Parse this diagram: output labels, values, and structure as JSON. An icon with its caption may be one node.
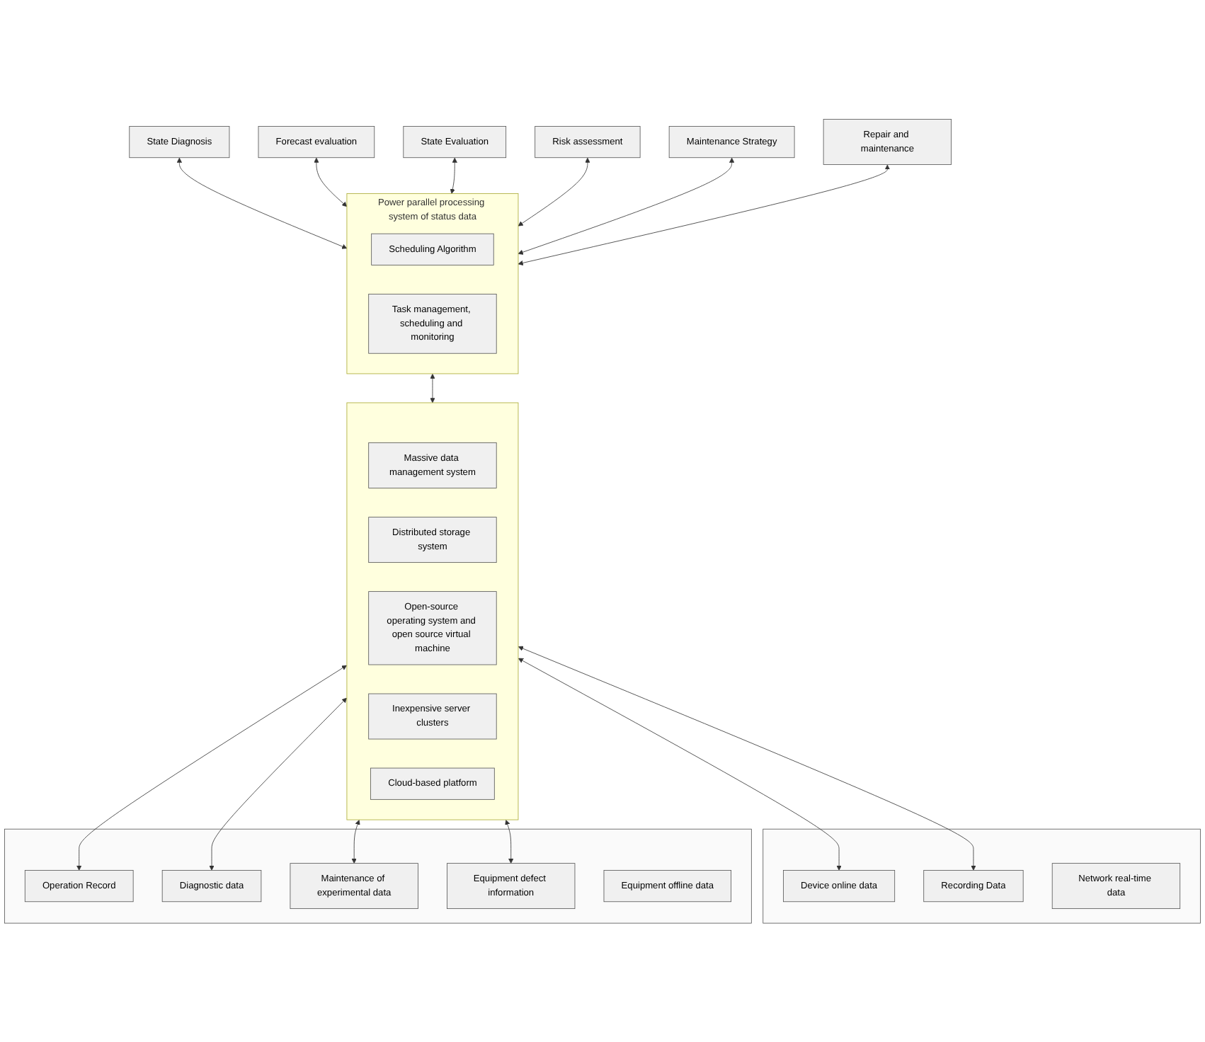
{
  "diagram": {
    "nodes": [
      {
        "text": [
          "State Diagnosis"
        ]
      },
      {
        "text": [
          "Forecast evaluation"
        ]
      },
      {
        "text": [
          "State Evaluation"
        ]
      },
      {
        "text": [
          "Risk assessment"
        ]
      },
      {
        "text": [
          "Maintenance Strategy"
        ]
      },
      {
        "text": [
          "Repair and maintenance"
        ]
      },
      {
        "text": [
          "Power parallel processing system of status data"
        ]
      },
      {
        "text": [
          "Scheduling Algorithm"
        ],
        "in": 6
      },
      {
        "text": [
          "Task management, scheduling and monitoring"
        ],
        "in": 6
      },
      {
        "text": [],
        "shape": "box"
      },
      {
        "text": [
          "Massive data management system"
        ],
        "in": 9
      },
      {
        "text": [
          "Distributed storage system"
        ],
        "in": 9
      },
      {
        "text": [
          "Open-source operating system and open source virtual machine"
        ],
        "in": 9
      },
      {
        "text": [
          "Inexpensive server clusters"
        ],
        "in": 9
      },
      {
        "text": [
          "Cloud-based platform"
        ],
        "in": 9
      },
      {
        "text": [],
        "shape": "box"
      },
      {
        "text": [
          "Device online data"
        ],
        "in": 15
      },
      {
        "text": [
          "Recording Data"
        ],
        "in": 15
      },
      {
        "text": [
          "Network real-time data"
        ],
        "in": 15
      },
      {
        "text": [],
        "shape": "box"
      },
      {
        "text": [
          "Operation Record"
        ],
        "in": 19
      },
      {
        "text": [
          "Diagnostic data"
        ],
        "in": 19
      },
      {
        "text": [
          "Maintenance of experimental data"
        ],
        "in": 19
      },
      {
        "text": [
          "Equipment defect information"
        ],
        "in": 19
      },
      {
        "text": [
          "Equipment offline data"
        ],
        "in": 19
      }
    ],
    "edges": [
      {
        "from": 0,
        "to": 6,
        "arrow": "both"
      },
      {
        "from": 1,
        "to": 6,
        "arrow": "both"
      },
      {
        "from": 2,
        "to": 6,
        "arrow": "both"
      },
      {
        "from": 3,
        "to": 6,
        "arrow": "both"
      },
      {
        "from": 4,
        "to": 6,
        "arrow": "both"
      },
      {
        "from": 5,
        "to": 6,
        "arrow": "both"
      },
      {
        "from": 6,
        "to": 9,
        "arrow": "both"
      },
      {
        "from": 9,
        "to": 16,
        "arrow": "both"
      },
      {
        "from": 9,
        "to": 17,
        "arrow": "both"
      },
      {
        "from": 9,
        "to": 20,
        "arrow": "both"
      },
      {
        "from": 9,
        "to": 21,
        "arrow": "both"
      },
      {
        "from": 9,
        "to": 22,
        "arrow": "both"
      },
      {
        "from": 9,
        "to": 23,
        "arrow": "both"
      }
    ]
  }
}
